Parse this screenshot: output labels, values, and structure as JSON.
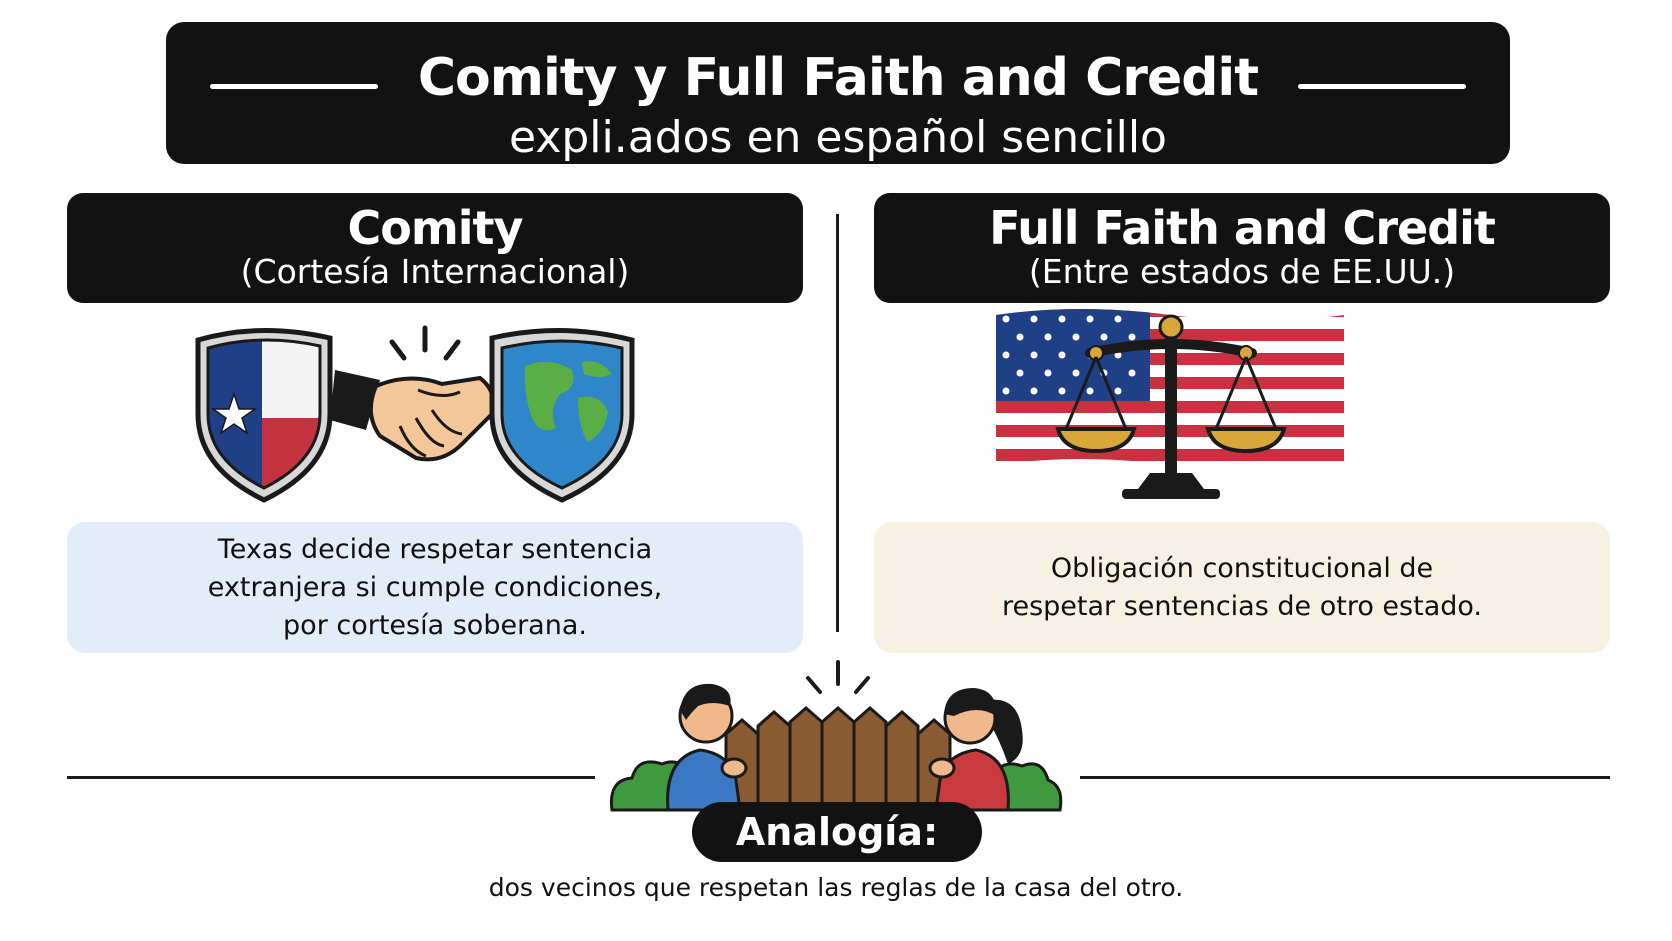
{
  "header": {
    "title": "Comity y Full Faith and Credit",
    "subtitle": "expli.ados en español sencillo"
  },
  "left_panel": {
    "title": "Comity",
    "subtitle": "(Cortesía Internacional)",
    "description": [
      "Texas decide respetar sentencia",
      "extranjera si cumple condiciones,",
      "por cortesía soberana."
    ],
    "bg_color": "#e2edf8",
    "icons": [
      "texas-flag-shield-icon",
      "handshake-icon",
      "globe-shield-icon"
    ]
  },
  "right_panel": {
    "title": "Full Faith and Credit",
    "subtitle": "(Entre estados de EE.UU.)",
    "description": [
      "Obligación constitucional de",
      "respetar sentencias de otro estado."
    ],
    "bg_color": "#f6f1e3",
    "icons": [
      "us-flag-icon",
      "scales-of-justice-icon"
    ]
  },
  "analogy": {
    "label": "Analogía:",
    "text": "dos vecinos que respetan las reglas de la casa del otro.",
    "icons": [
      "neighbor-man-icon",
      "wooden-fence-icon",
      "neighbor-woman-icon",
      "bush-icon"
    ]
  },
  "colors": {
    "dark": "#121212",
    "texas_blue": "#1f3f86",
    "texas_red": "#c4313f",
    "flag_red": "#c8313f",
    "gold": "#d9a63a",
    "fence": "#8a5a33",
    "bush": "#3f9a3f"
  }
}
